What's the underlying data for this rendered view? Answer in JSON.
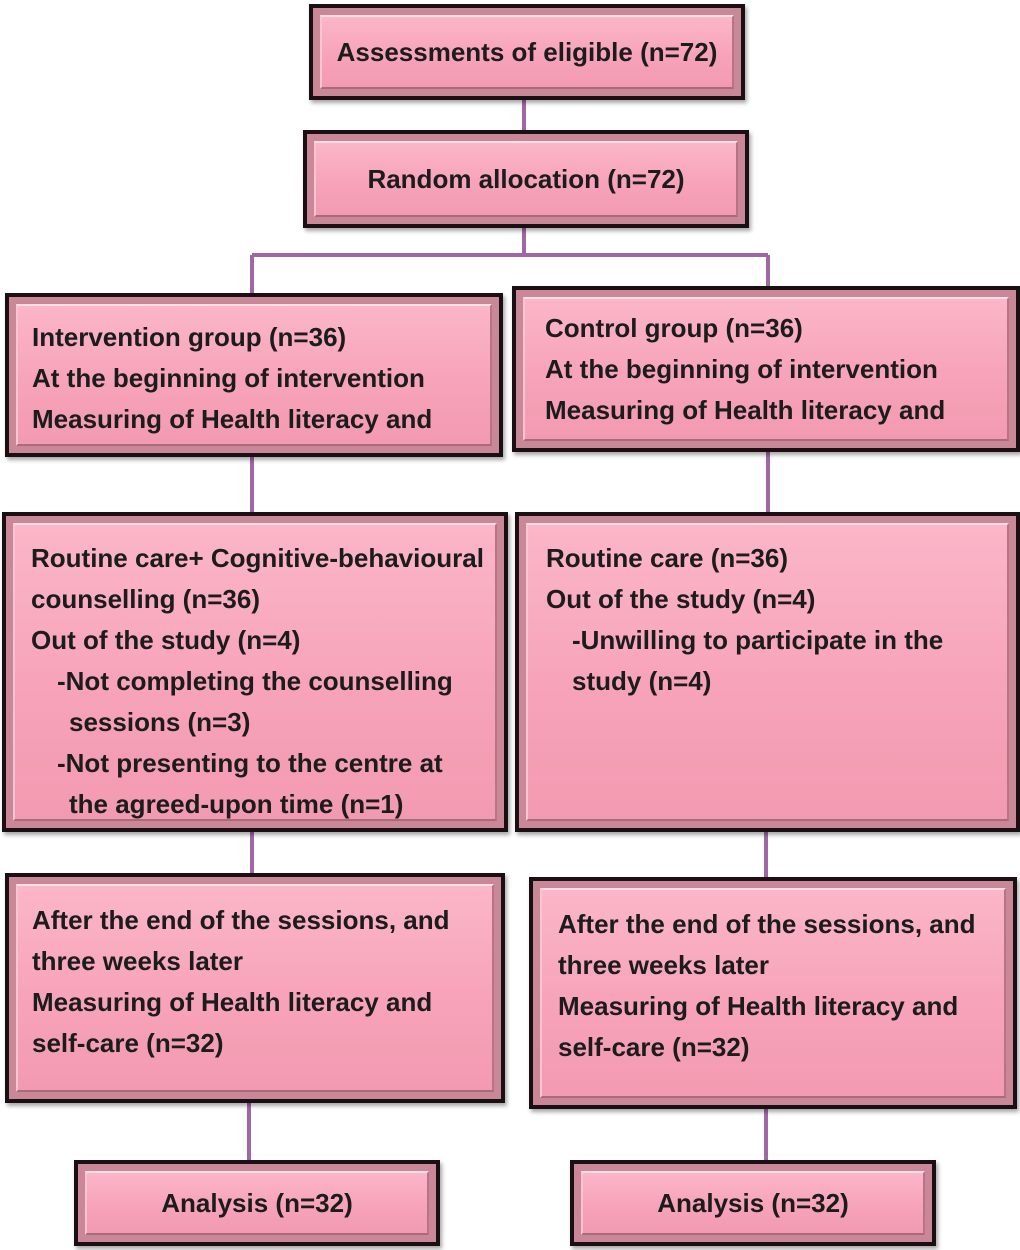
{
  "colors": {
    "box_fill": "#f7a3b9",
    "box_border": "#1a1014",
    "connector": "#a166a6"
  },
  "boxes": {
    "assessment": {
      "text": "Assessments of eligible (n=72)"
    },
    "allocation": {
      "text": "Random allocation (n=72)"
    },
    "intervention_group": {
      "lines": [
        "Intervention group (n=36)",
        "At the beginning of intervention",
        "Measuring of Health literacy and"
      ]
    },
    "control_group": {
      "lines": [
        "Control group (n=36)",
        "At the beginning of intervention",
        "Measuring of Health literacy and"
      ]
    },
    "intervention_care": {
      "lines": [
        "Routine care+ Cognitive-behavioural",
        "counselling (n=36)",
        "Out of the study (n=4)",
        "-Not completing the counselling",
        "sessions (n=3)",
        "-Not presenting to the centre at",
        "the agreed-upon time (n=1)"
      ]
    },
    "control_care": {
      "lines": [
        "Routine care (n=36)",
        "Out of the study (n=4)",
        "-Unwilling to participate in the",
        "study (n=4)"
      ]
    },
    "intervention_followup": {
      "lines": [
        "After the end of the sessions, and",
        "three weeks later",
        "Measuring of Health literacy and",
        "self-care (n=32)"
      ]
    },
    "control_followup": {
      "lines": [
        "After the end of the sessions, and",
        "three weeks later",
        "Measuring of Health literacy and",
        "self-care (n=32)"
      ]
    },
    "intervention_analysis": {
      "text": "Analysis (n=32)"
    },
    "control_analysis": {
      "text": "Analysis (n=32)"
    }
  }
}
